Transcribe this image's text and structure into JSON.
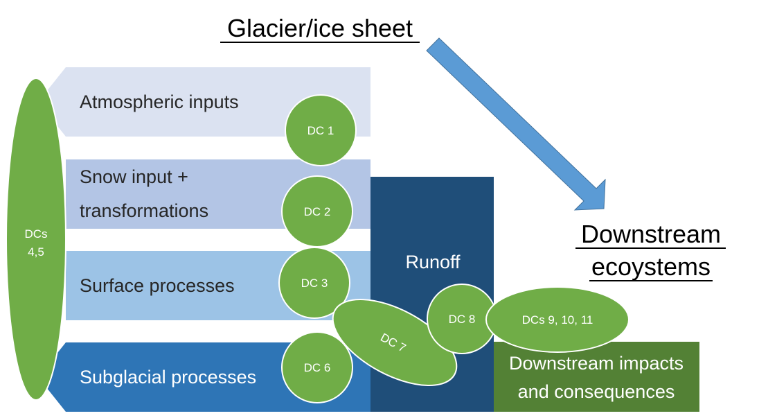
{
  "header": {
    "source_label": "Glacier/ice sheet",
    "target_label_line1": "Downstream",
    "target_label_line2": "ecoystems"
  },
  "colors": {
    "atmospheric": "#dbe2f1",
    "snow": "#b3c5e5",
    "surface": "#9cc3e6",
    "subglacial": "#2e75b6",
    "runoff": "#1f4e79",
    "downstream": "#538135",
    "circle": "#70ad47",
    "arrow": "#5b9bd5",
    "text_dark": "#262626",
    "text_light": "#ffffff"
  },
  "bands": [
    {
      "label_lines": [
        "Atmospheric inputs"
      ]
    },
    {
      "label_lines": [
        "Snow input +",
        "transformations"
      ]
    },
    {
      "label_lines": [
        "Surface processes"
      ]
    },
    {
      "label_lines": [
        "Subglacial processes"
      ]
    }
  ],
  "runoff": {
    "label": "Runoff"
  },
  "downstream_box": {
    "label_lines": [
      "Downstream impacts",
      "and consequences"
    ]
  },
  "big_oval": {
    "label_lines": [
      "DCs",
      "4,5"
    ]
  },
  "circles": {
    "dc1": "DC 1",
    "dc2": "DC 2",
    "dc3": "DC 3",
    "dc6": "DC 6",
    "dc7": "DC 7",
    "dc8": "DC 8",
    "dc9_11": "DCs 9, 10, 11"
  }
}
